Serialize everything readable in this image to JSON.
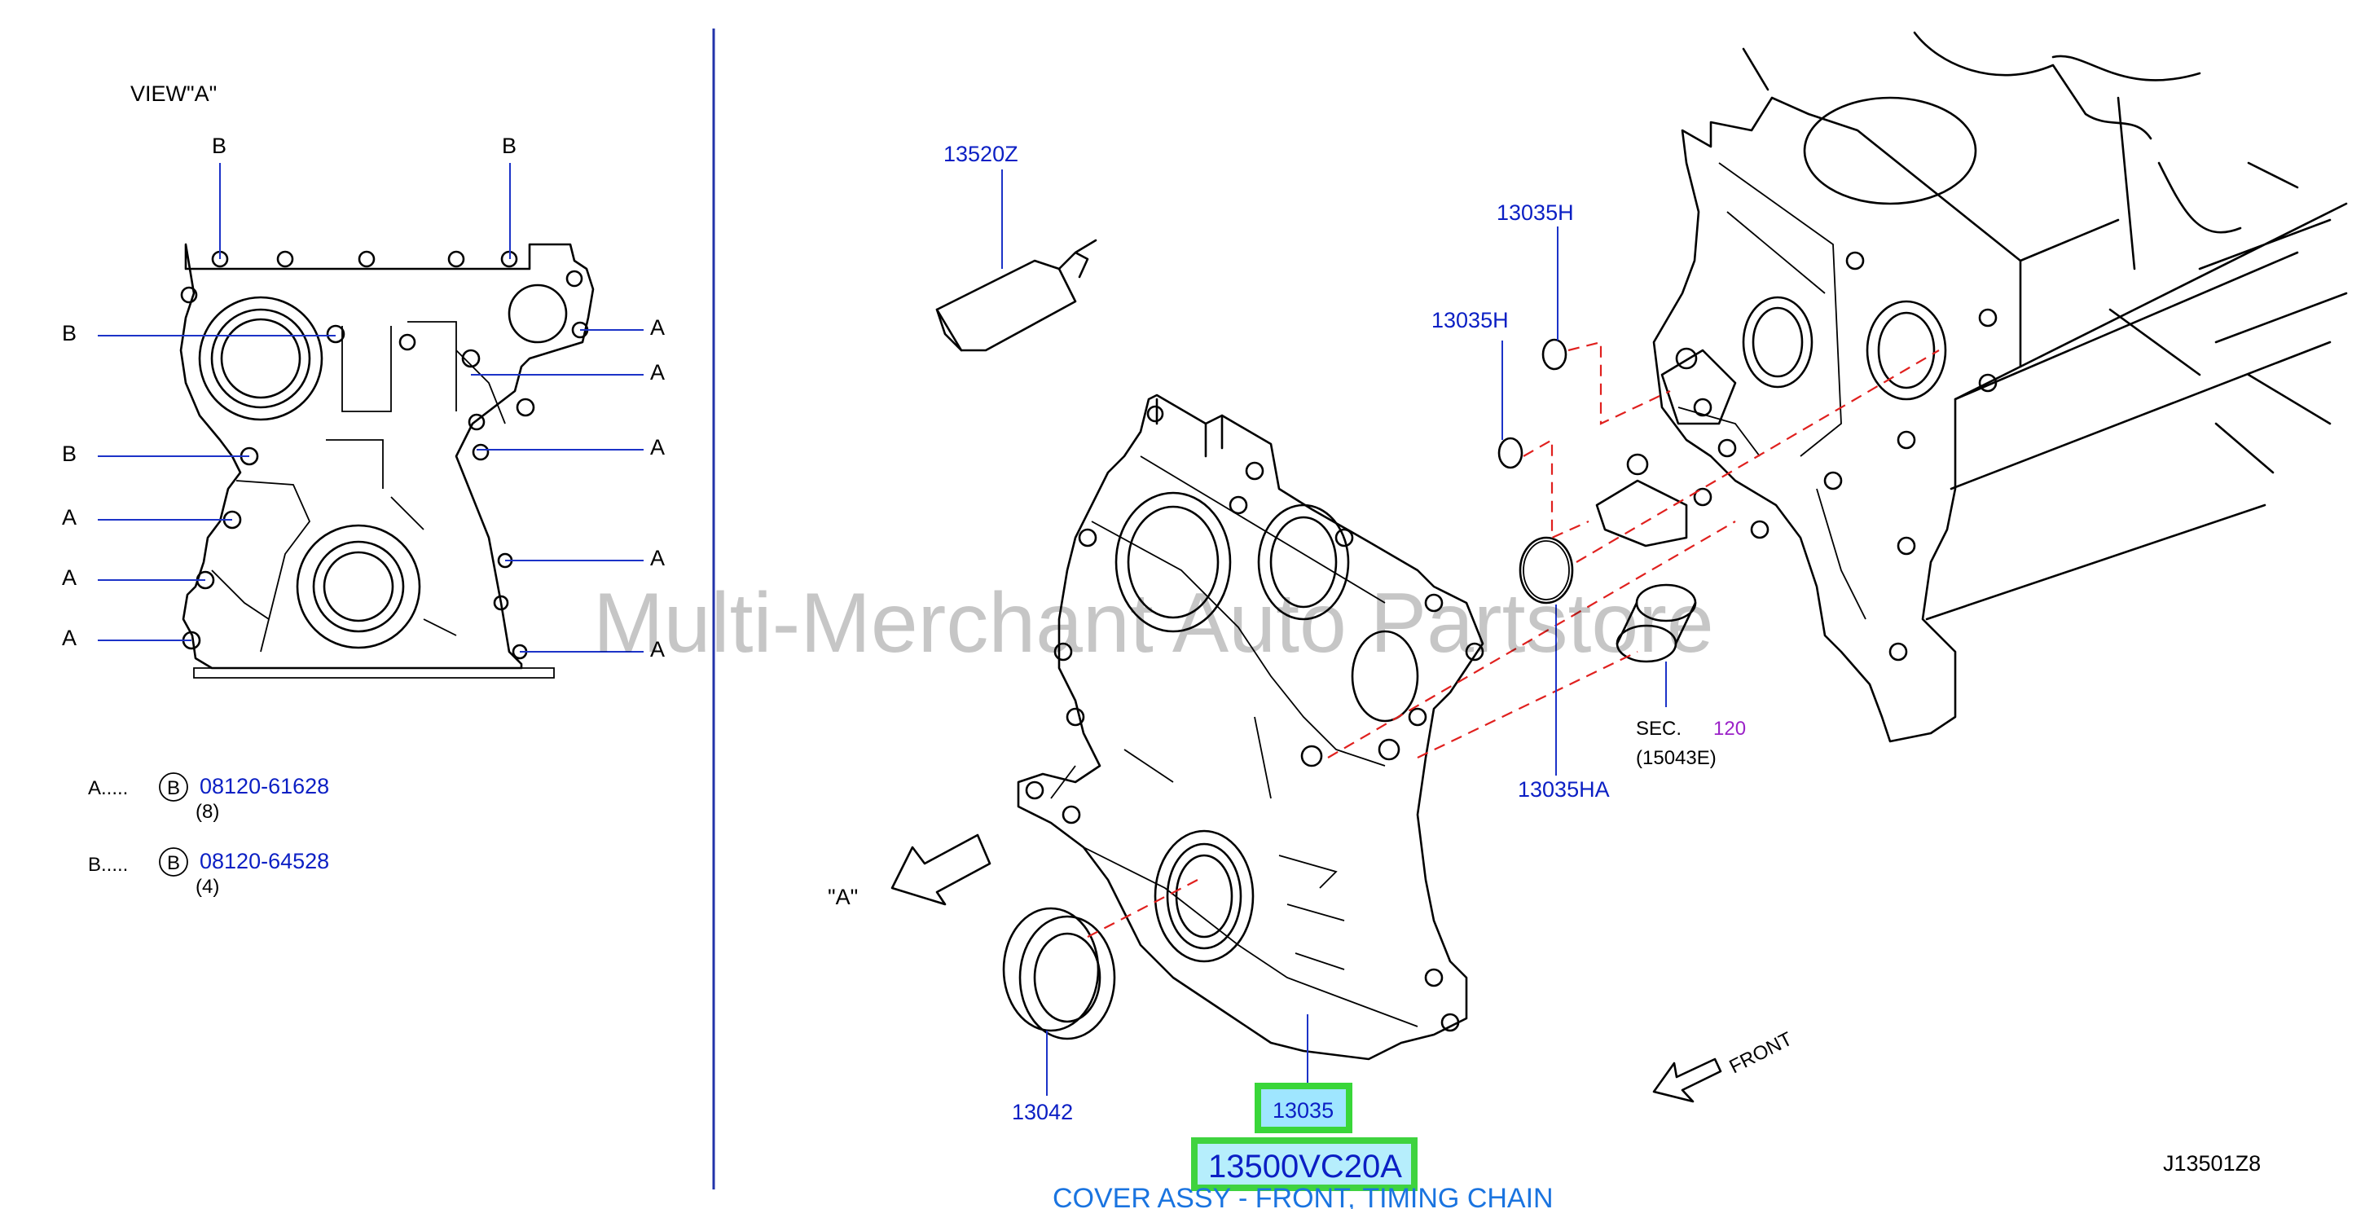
{
  "view_label": "VIEW\"A\"",
  "view_a": {
    "letters_top": [
      "B",
      "B"
    ],
    "letters_left": [
      "B",
      "B",
      "A",
      "A",
      "A"
    ],
    "letters_right": [
      "A",
      "A",
      "A",
      "A",
      "A"
    ]
  },
  "bolt_legend": [
    {
      "key": "A.....",
      "symbol": "B",
      "part": "08120-61628",
      "qty": "(8)"
    },
    {
      "key": "B.....",
      "symbol": "B",
      "part": "08120-64528",
      "qty": "(4)"
    }
  ],
  "arrow_label": "\"A\"",
  "parts": {
    "sealant": "13520Z",
    "oring_upper": "13035H",
    "oring_middle": "13035H",
    "oring_large": "13035HA",
    "front_seal": "13042",
    "cover": "13035"
  },
  "section_ref": {
    "prefix": "SEC.",
    "number": "120",
    "sub": "(15043E)"
  },
  "front_label": "FRONT",
  "highlight_part_number": "13500VC20A",
  "caption": "COVER ASSY - FRONT, TIMING CHAIN",
  "diagram_id": "J13501Z8",
  "watermark": "Multi-Merchant Auto Partstore",
  "colors": {
    "part_blue": "#0b1fc4",
    "highlight_green": "#3fd33f",
    "highlight_fill": "#9fe6ff",
    "caption_blue": "#1a74e0",
    "dash_red": "#e0201e"
  }
}
